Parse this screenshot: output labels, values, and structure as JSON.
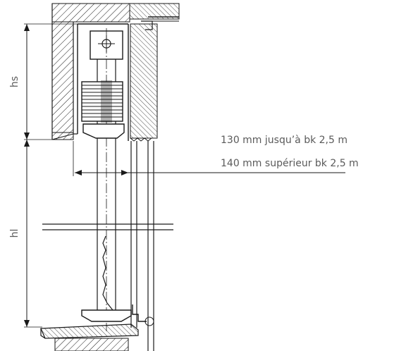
{
  "dimension_labels": {
    "head_height": "hs",
    "clear_height": "hl"
  },
  "callout": {
    "line1": "130 mm jusqu’à bk 2,5 m",
    "line2": "140 mm supérieur bk 2,5 m"
  },
  "colors": {
    "line": "#1a1a1a",
    "text": "#5a5a5a",
    "background": "#ffffff"
  }
}
